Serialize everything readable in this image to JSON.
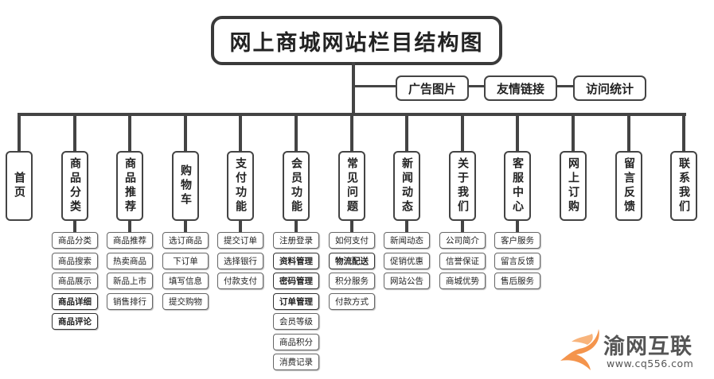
{
  "title": "网上商城网站栏目结构图",
  "side_items": [
    "广告图片",
    "友情链接",
    "访问统计"
  ],
  "columns": [
    {
      "label": "首页",
      "items": []
    },
    {
      "label": "商品分类",
      "items": [
        {
          "t": "商品分类"
        },
        {
          "t": "商品搜索"
        },
        {
          "t": "商品展示"
        },
        {
          "t": "商品详细",
          "bold": true
        },
        {
          "t": "商品评论",
          "bold": true
        }
      ]
    },
    {
      "label": "商品推荐",
      "items": [
        {
          "t": "商品推荐"
        },
        {
          "t": "热卖商品"
        },
        {
          "t": "新品上市"
        },
        {
          "t": "销售排行"
        }
      ]
    },
    {
      "label": "购物车",
      "items": [
        {
          "t": "选订商品"
        },
        {
          "t": "下订单"
        },
        {
          "t": "填写信息"
        },
        {
          "t": "提交购物"
        }
      ]
    },
    {
      "label": "支付功能",
      "items": [
        {
          "t": "提交订单"
        },
        {
          "t": "选择银行"
        },
        {
          "t": "付款支付"
        }
      ]
    },
    {
      "label": "会员功能",
      "items": [
        {
          "t": "注册登录"
        },
        {
          "t": "资料管理",
          "bold": true
        },
        {
          "t": "密码管理",
          "bold": true
        },
        {
          "t": "订单管理",
          "bold": true
        },
        {
          "t": "会员等级"
        },
        {
          "t": "商品积分"
        },
        {
          "t": "消费记录"
        }
      ]
    },
    {
      "label": "常见问题",
      "items": [
        {
          "t": "如何支付"
        },
        {
          "t": "物流配送",
          "bold": true
        },
        {
          "t": "积分服务"
        },
        {
          "t": "付款方式"
        }
      ]
    },
    {
      "label": "新闻动态",
      "items": [
        {
          "t": "新闻动态"
        },
        {
          "t": "促销优惠"
        },
        {
          "t": "网站公告"
        }
      ]
    },
    {
      "label": "关于我们",
      "items": [
        {
          "t": "公司简介"
        },
        {
          "t": "信誉保证"
        },
        {
          "t": "商城优势"
        }
      ]
    },
    {
      "label": "客服中心",
      "items": [
        {
          "t": "客户服务"
        },
        {
          "t": "留言反馈"
        },
        {
          "t": "售后服务"
        }
      ]
    },
    {
      "label": "网上订购",
      "items": []
    },
    {
      "label": "留言反馈",
      "items": []
    },
    {
      "label": "联系我们",
      "items": []
    }
  ],
  "logo": {
    "name": "渝网互联",
    "url": "www.cq556.com",
    "accent": "#f08a40"
  },
  "line_color": "#444444"
}
